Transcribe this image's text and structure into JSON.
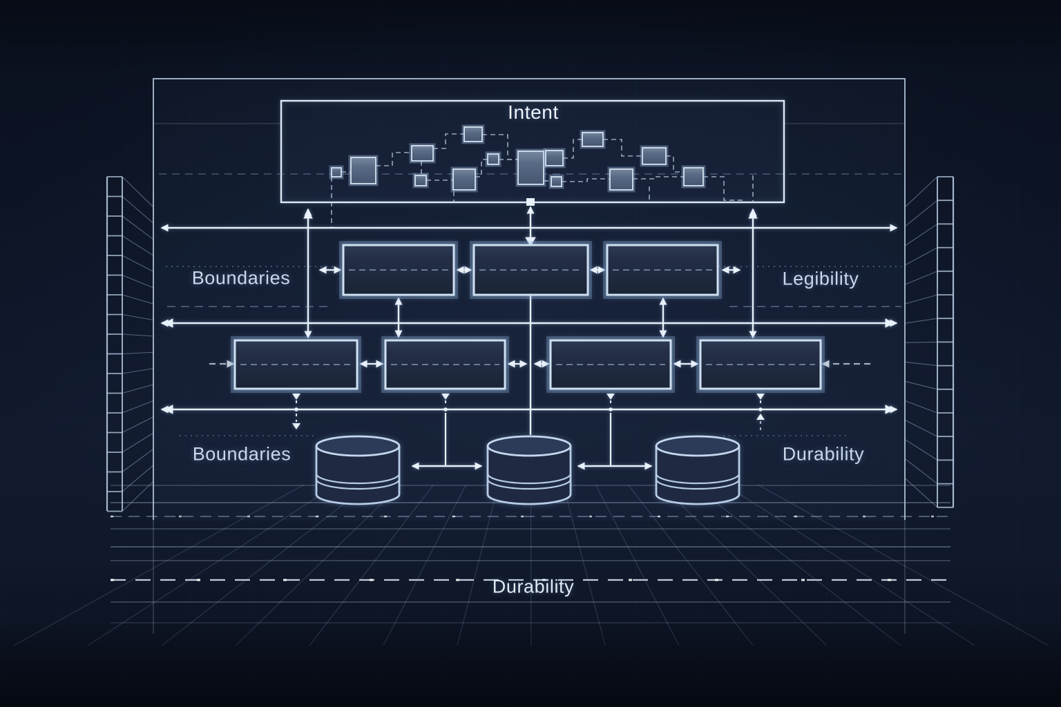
{
  "diagram": {
    "title": "Intent",
    "zone_labels": {
      "upper_left": "Boundaries",
      "upper_right": "Legibility",
      "lower_left": "Boundaries",
      "lower_right": "Durability",
      "floor": "Durability"
    },
    "structure": {
      "intent_flow_node_count": 14,
      "row1_box_count": 3,
      "row2_box_count": 4,
      "datastore_count": 3,
      "wall_grids": [
        "left",
        "right"
      ]
    },
    "colors": {
      "background": "#0c1424",
      "line": "#e9f1fa",
      "line_secondary": "#8ba1bf",
      "box_fill_top": "#2e3b54",
      "box_fill_bottom": "#1a2436",
      "box_border": "#cfe0f2",
      "node_fill": "#5a6b85",
      "cylinder_fill": "#1f2a42",
      "text": "#c9d7e9",
      "title_text": "#f0f5fc"
    }
  }
}
